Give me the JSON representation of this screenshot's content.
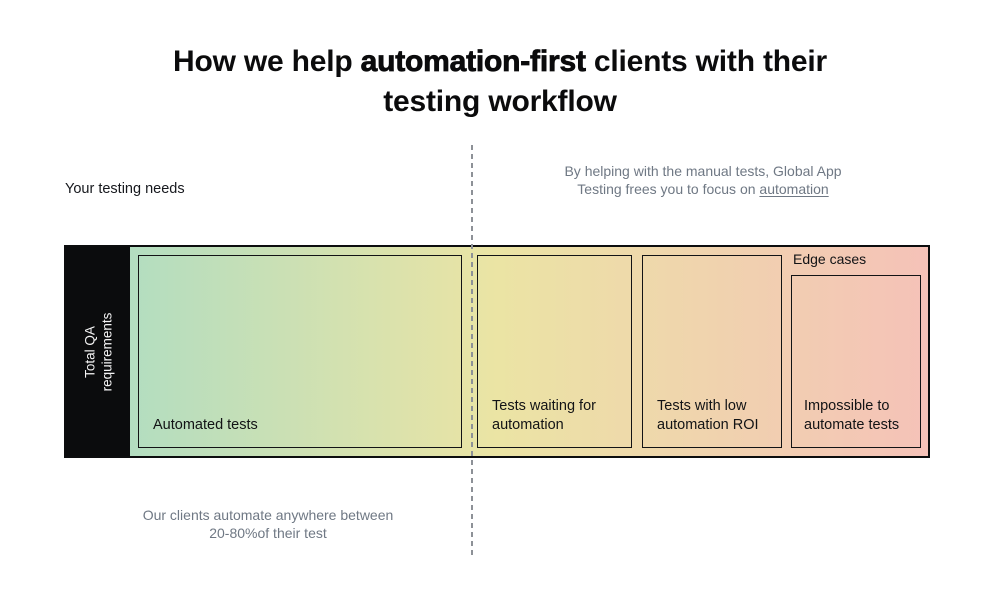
{
  "title": {
    "pre": "How we help ",
    "highlight": "automation-first",
    "post": " clients with their",
    "line2": "testing workflow"
  },
  "left_label": "Your testing needs",
  "right_note": {
    "line1": "By helping with the manual tests, Global App",
    "line2_pre": "Testing frees you to focus on ",
    "link": "automation"
  },
  "bottom_note": {
    "line1": "Our clients automate anywhere between",
    "line2": "20-80%of their test"
  },
  "bar": {
    "axis_label": {
      "line1": "Total QA",
      "line2": "requirements"
    },
    "segments": [
      {
        "label": "Automated tests"
      },
      {
        "label": "Tests waiting for automation"
      },
      {
        "label": "Tests with low automation ROI"
      },
      {
        "label": "Impossible to automate tests",
        "note": "Edge cases"
      }
    ],
    "colors": {
      "gradient_start": "#a9dcc5",
      "gradient_mid": "#ebe4a4",
      "gradient_end": "#f5c2b8",
      "axis_label_bg": "#0b0c0d",
      "border": "#0c0d0e",
      "muted_text": "#6f7884"
    }
  }
}
